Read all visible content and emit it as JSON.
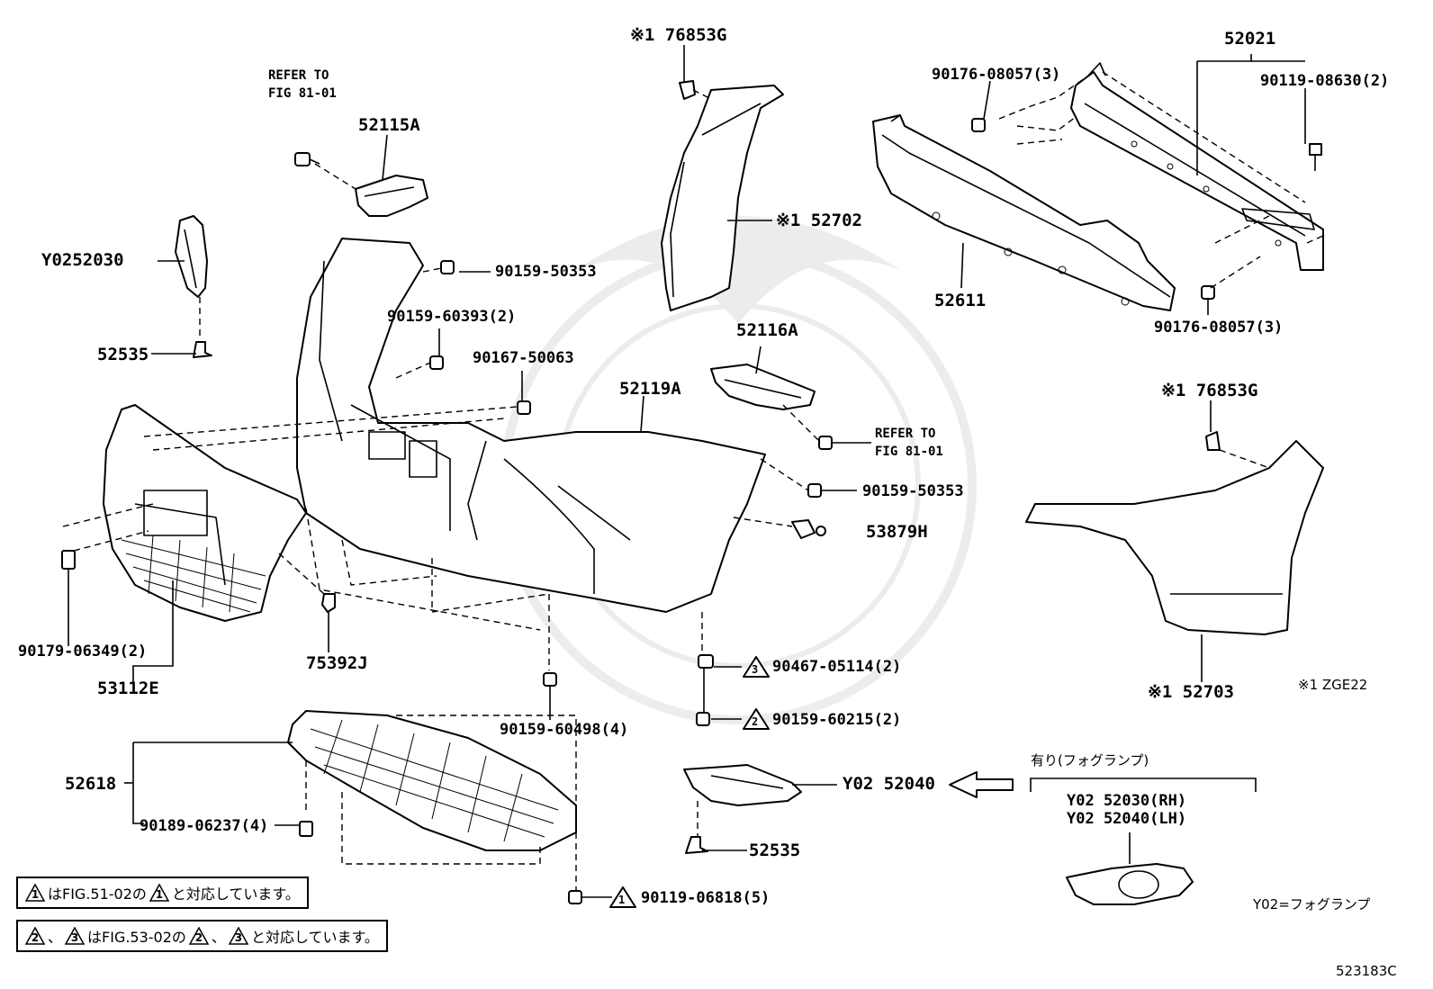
{
  "diagram_id": "523183C",
  "labels": {
    "p76853g_top": "※1 76853G",
    "p52021": "52021",
    "p90176_top": "90176-08057(3)",
    "p90119_08630": "90119-08630(2)",
    "refer_top_1": "REFER TO",
    "refer_top_2": "FIG 81-01",
    "p52115a": "52115A",
    "p52702": "※1 52702",
    "py0252030": "Y0252030",
    "p90159_50353_top": "90159-50353",
    "p90159_60393": "90159-60393(2)",
    "p52535_top": "52535",
    "p90167": "90167-50063",
    "p52611": "52611",
    "p90176_bottom": "90176-08057(3)",
    "p52116a": "52116A",
    "p52119a": "52119A",
    "refer_mid_1": "REFER TO",
    "refer_mid_2": "FIG 81-01",
    "p76853g_mid": "※1 76853G",
    "p90159_50353_mid": "90159-50353",
    "p53879h": "53879H",
    "p90179": "90179-06349(2)",
    "p75392j": "75392J",
    "p53112e": "53112E",
    "p90467": "90467-05114(2)",
    "p52703": "※1 52703",
    "zge22": "※1 ZGE22",
    "p90159_60498": "90159-60498(4)",
    "p90159_60215": "90159-60215(2)",
    "p52618": "52618",
    "p90189": "90189-06237(4)",
    "py0252040": "Y02 52040",
    "fog_with": "有り(フォグランプ)",
    "fog_rh": "Y02 52030(RH)",
    "fog_lh": "Y02 52040(LH)",
    "p52535_bottom": "52535",
    "p90119_06818": "90119-06818(5)",
    "y02_legend": "Y02=フォグランプ"
  },
  "badges": {
    "b90467": "3",
    "b90159_60215": "2",
    "b90119_06818": "1"
  },
  "notes": {
    "note1": {
      "badge_a": "1",
      "text_a": "はFIG.51-02の",
      "badge_b": "1",
      "text_b": "と対応しています。"
    },
    "note2": {
      "badge_a": "2",
      "sep_a": "、",
      "badge_b": "3",
      "text_a": "はFIG.53-02の",
      "badge_c": "2",
      "sep_b": "、",
      "badge_d": "3",
      "text_b": "と対応しています。"
    }
  }
}
